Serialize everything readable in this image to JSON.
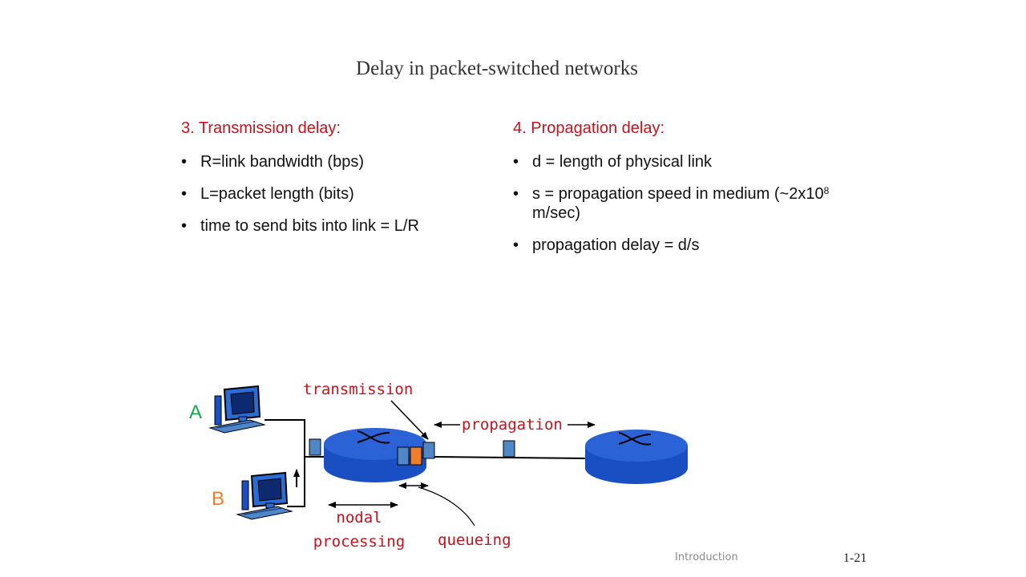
{
  "title": "Delay in packet-switched networks",
  "transmission": {
    "heading": "3. Transmission delay:",
    "bullets": [
      "R=link bandwidth (bps)",
      "L=packet length (bits)",
      "time to send bits into link = L/R"
    ]
  },
  "propagation": {
    "heading": "4. Propagation delay:",
    "bullet1": "d = length of physical link",
    "bullet2_pre": "s = propagation speed in medium (~2x10",
    "bullet2_sup": "8",
    "bullet2_post": " m/sec)",
    "bullet3": "propagation delay = d/s"
  },
  "diagram": {
    "host_a": "A",
    "host_b": "B",
    "label_transmission": "transmission",
    "label_propagation": "propagation",
    "label_nodal_1": "nodal",
    "label_nodal_2": "processing",
    "label_queueing": "queueing",
    "colors": {
      "router": "#1a4fc4",
      "packet": "#4f86c6",
      "packet_highlight": "#f07d2a",
      "label_red": "#c0141e",
      "host_a": "#1aa84c",
      "host_b": "#f07d2a"
    }
  },
  "footer": {
    "section": "Introduction",
    "page": "1-21"
  }
}
